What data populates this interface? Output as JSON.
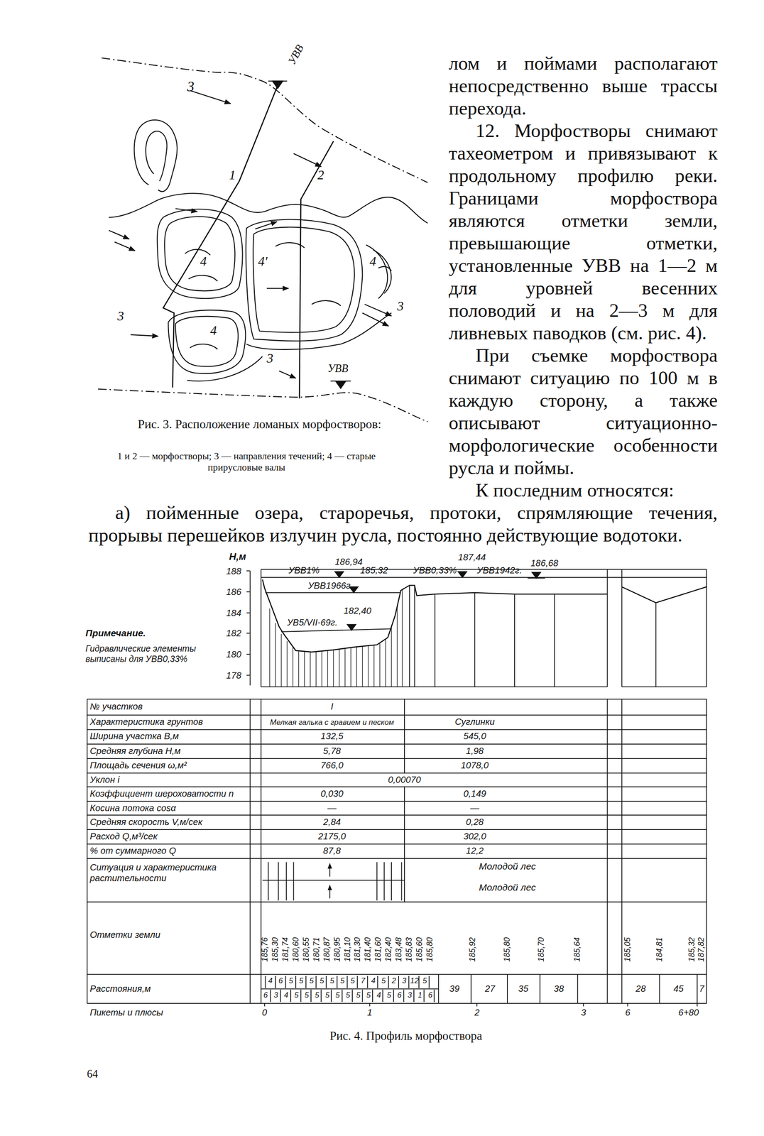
{
  "diagram": {
    "caption": "Рис. 4. Профиль морфоствора",
    "labels": [
      "лом и поймами располагают непосредственно выше трассы перехода.",
      "12. Морфостворы снимают тахеометром и привязывают к продольному профилю реки. Границами морфоствора являются отметки земли, превышающие отметки, установленные УВВ на 1—2 м для уровней весенних половодий и на 2—3 м для ливневых паводков (см. рис. 4).",
      "При съемке морфоствора снимают ситуацию по 100 м в каждую сторону, а также описывают ситуационно-морфологические особенности русла и поймы.",
      "К последним относятся:",
      "а) пойменные озера, староречья, протоки, спрямляющие течения, прорывы перешейков излучин русла, постоянно действующие водотоки.",
      "3",
      "УВВ",
      "1",
      "2",
      "4",
      "4'",
      "4",
      "3",
      "3",
      "4",
      "3",
      "УВВ",
      "Рис. 3. Расположение ломаных морфостворов:",
      "1 и 2 — морфостворы; 3 — направления течений; 4 — старые прирусловые валы",
      "H,м",
      "188",
      "186",
      "184",
      "182",
      "180",
      "178",
      "Примечание.",
      "Гидравлические элементы выписаны для УВВ0,33%",
      "186,94",
      "УВВ1%",
      "185,32",
      "УВВ1966г",
      "182,40",
      "УВ5/VII-69г.",
      "187,44",
      "УВВ0,33%",
      "УВВ1942г.",
      "186,68",
      "№ участков",
      "Характеристика грунтов",
      "Ширина участка B,м",
      "Средняя глубина H,м",
      "Площадь сечения ω,м²",
      "Уклон i",
      "Коэффициент шероховатости n",
      "Косина потока cosα",
      "Средняя скорость V,м/сек",
      "Расход Q,м³/сек",
      "% от суммарного Q",
      "Ситуация и характеристика растительности",
      "Отметки земли",
      "Расстояния,м",
      "Пикеты и плюсы",
      "I",
      "Мелкая галька с гравием и песком",
      "132,5",
      "5,78",
      "766,0",
      "0,00070",
      "0,030",
      "—",
      "2,84",
      "2175,0",
      "87,8",
      "Суглинки",
      "545,0",
      "1,98",
      "1078,0",
      "0,149",
      "—",
      "0,28",
      "302,0",
      "12,2",
      "Молодой лес",
      "Молодой лес",
      "185,76",
      "185,30",
      "181,74",
      "180,60",
      "180,55",
      "180,71",
      "180,87",
      "180,95",
      "181,10",
      "181,30",
      "181,40",
      "181,60",
      "182,40",
      "183,48",
      "185,83",
      "185,60",
      "185,80",
      "185,92",
      "185,80",
      "185,70",
      "185,64",
      "185,05",
      "184,81",
      "185,32",
      "187,82",
      "4",
      "6",
      "5",
      "5",
      "5",
      "5",
      "5",
      "5",
      "5",
      "7",
      "4",
      "5",
      "2",
      "3",
      "12",
      "5",
      "6",
      "3",
      "4",
      "5",
      "5",
      "5",
      "5",
      "5",
      "5",
      "5",
      "5",
      "4",
      "5",
      "6",
      "3",
      "1",
      "6",
      "39",
      "27",
      "35",
      "38",
      "28",
      "45",
      "7",
      "0",
      "1",
      "2",
      "3",
      "6",
      "6+80",
      "64"
    ]
  }
}
